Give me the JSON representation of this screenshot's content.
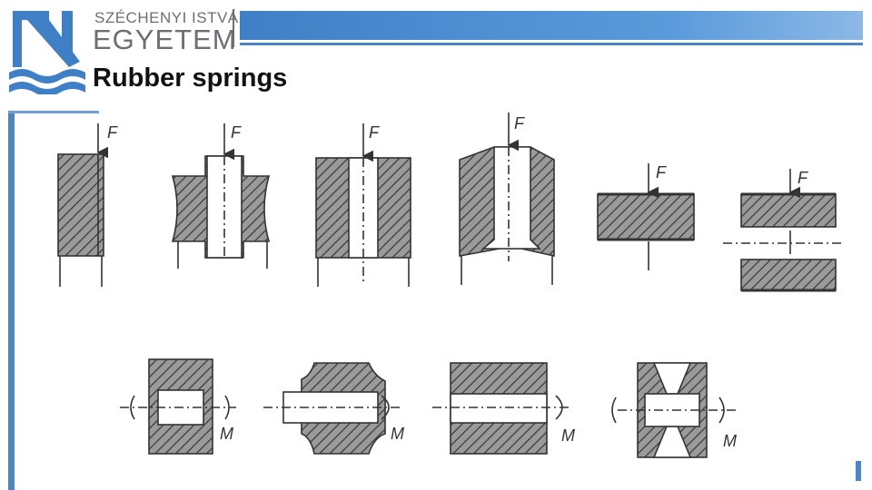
{
  "header": {
    "university_line1": "SZÉCHENYI ISTVÁN",
    "university_line2": "EGYETEM",
    "brand_color": "#4a86c8"
  },
  "slide": {
    "title": "Rubber springs"
  },
  "diagram": {
    "force_label": "F",
    "moment_label": "M"
  }
}
